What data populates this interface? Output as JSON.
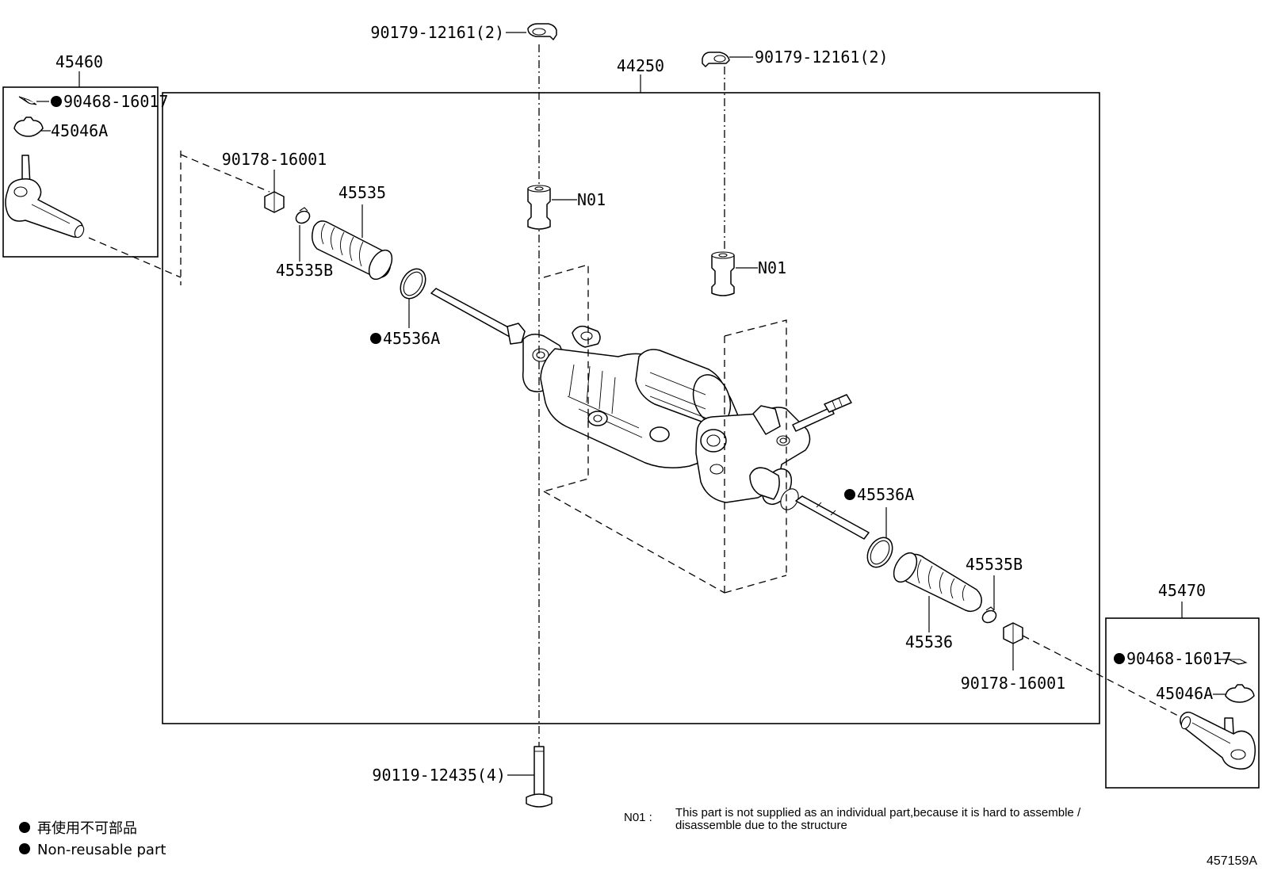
{
  "labels": {
    "tie_rod_end_lh": "45460",
    "tie_rod_end_rh": "45470",
    "gear_assy": "44250",
    "cotter_pin_lh": "90468-16017",
    "cotter_pin_rh": "90468-16017",
    "nut_lh": "45046A",
    "nut_rh": "45046A",
    "lock_nut_lh": "90178-16001",
    "lock_nut_rh": "90178-16001",
    "boot_lh": "45535",
    "boot_rh": "45536",
    "clip_lh": "45535B",
    "clip_rh": "45535B",
    "clamp_lh": "45536A",
    "clamp_rh": "45536A",
    "bushing_nut_1": "90179-12161(2)",
    "bushing_nut_2": "90179-12161(2)",
    "bushing_1": "N01",
    "bushing_2": "N01",
    "bolt": "90119-12435(4)"
  },
  "notes": {
    "n01_code": "N01 :",
    "n01_line1": "This part is not supplied as an individual part,because it is hard to assemble /",
    "n01_line2": "disassemble due to the structure"
  },
  "legend": {
    "jp": "再使用不可部品",
    "en": "Non-reusable part"
  },
  "figure_id": "457159A"
}
